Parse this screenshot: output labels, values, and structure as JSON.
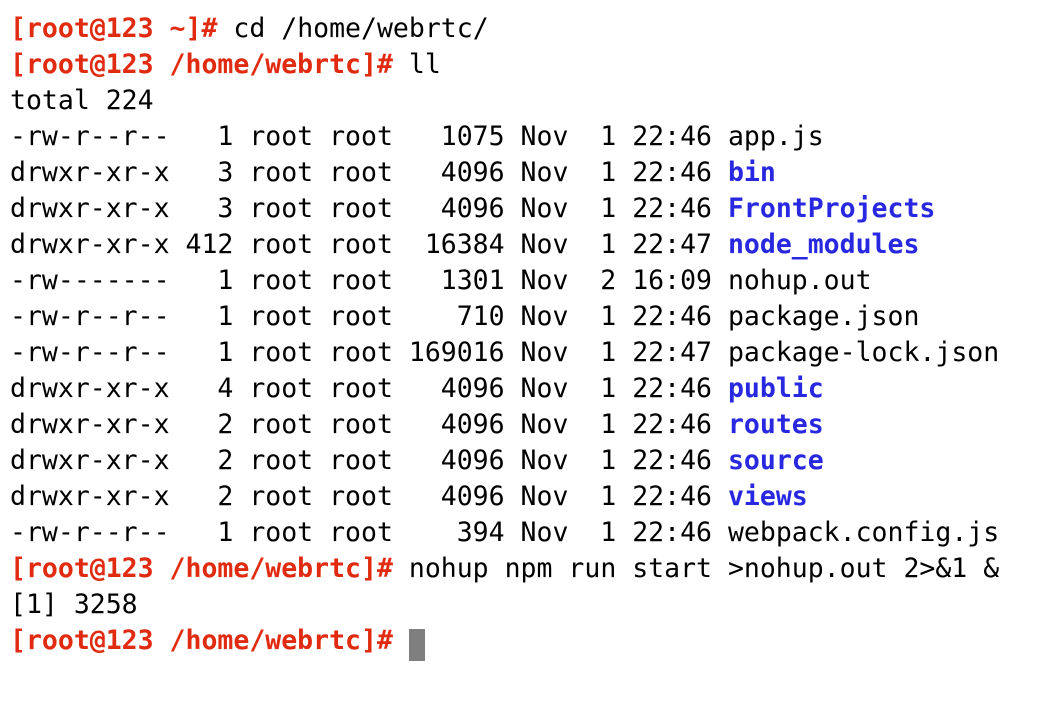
{
  "colors": {
    "prompt_red": "#e02b10",
    "dir_blue": "#2828e0",
    "text_black": "#000000",
    "cursor_gray": "#7f7f7f",
    "background": "#ffffff"
  },
  "terminal": {
    "lines": [
      {
        "type": "command",
        "prompt": "[root@123 ~]#",
        "command": "cd /home/webrtc/"
      },
      {
        "type": "command",
        "prompt": "[root@123 /home/webrtc]#",
        "command": "ll"
      },
      {
        "type": "output",
        "text": "total 224"
      },
      {
        "type": "listing",
        "perms": "-rw-r--r--",
        "links": 1,
        "owner": "root",
        "group": "root",
        "size": 1075,
        "month": "Nov",
        "day": 1,
        "time": "22:46",
        "name": "app.js",
        "is_dir": false
      },
      {
        "type": "listing",
        "perms": "drwxr-xr-x",
        "links": 3,
        "owner": "root",
        "group": "root",
        "size": 4096,
        "month": "Nov",
        "day": 1,
        "time": "22:46",
        "name": "bin",
        "is_dir": true
      },
      {
        "type": "listing",
        "perms": "drwxr-xr-x",
        "links": 3,
        "owner": "root",
        "group": "root",
        "size": 4096,
        "month": "Nov",
        "day": 1,
        "time": "22:46",
        "name": "FrontProjects",
        "is_dir": true
      },
      {
        "type": "listing",
        "perms": "drwxr-xr-x",
        "links": 412,
        "owner": "root",
        "group": "root",
        "size": 16384,
        "month": "Nov",
        "day": 1,
        "time": "22:47",
        "name": "node_modules",
        "is_dir": true
      },
      {
        "type": "listing",
        "perms": "-rw-------",
        "links": 1,
        "owner": "root",
        "group": "root",
        "size": 1301,
        "month": "Nov",
        "day": 2,
        "time": "16:09",
        "name": "nohup.out",
        "is_dir": false
      },
      {
        "type": "listing",
        "perms": "-rw-r--r--",
        "links": 1,
        "owner": "root",
        "group": "root",
        "size": 710,
        "month": "Nov",
        "day": 1,
        "time": "22:46",
        "name": "package.json",
        "is_dir": false
      },
      {
        "type": "listing",
        "perms": "-rw-r--r--",
        "links": 1,
        "owner": "root",
        "group": "root",
        "size": 169016,
        "month": "Nov",
        "day": 1,
        "time": "22:47",
        "name": "package-lock.json",
        "is_dir": false
      },
      {
        "type": "listing",
        "perms": "drwxr-xr-x",
        "links": 4,
        "owner": "root",
        "group": "root",
        "size": 4096,
        "month": "Nov",
        "day": 1,
        "time": "22:46",
        "name": "public",
        "is_dir": true
      },
      {
        "type": "listing",
        "perms": "drwxr-xr-x",
        "links": 2,
        "owner": "root",
        "group": "root",
        "size": 4096,
        "month": "Nov",
        "day": 1,
        "time": "22:46",
        "name": "routes",
        "is_dir": true
      },
      {
        "type": "listing",
        "perms": "drwxr-xr-x",
        "links": 2,
        "owner": "root",
        "group": "root",
        "size": 4096,
        "month": "Nov",
        "day": 1,
        "time": "22:46",
        "name": "source",
        "is_dir": true
      },
      {
        "type": "listing",
        "perms": "drwxr-xr-x",
        "links": 2,
        "owner": "root",
        "group": "root",
        "size": 4096,
        "month": "Nov",
        "day": 1,
        "time": "22:46",
        "name": "views",
        "is_dir": true
      },
      {
        "type": "listing",
        "perms": "-rw-r--r--",
        "links": 1,
        "owner": "root",
        "group": "root",
        "size": 394,
        "month": "Nov",
        "day": 1,
        "time": "22:46",
        "name": "webpack.config.js",
        "is_dir": false
      },
      {
        "type": "command",
        "prompt": "[root@123 /home/webrtc]#",
        "command": "nohup npm run start >nohup.out 2>&1 &"
      },
      {
        "type": "output",
        "text": "[1] 3258"
      },
      {
        "type": "prompt_cursor",
        "prompt": "[root@123 /home/webrtc]#"
      }
    ]
  }
}
